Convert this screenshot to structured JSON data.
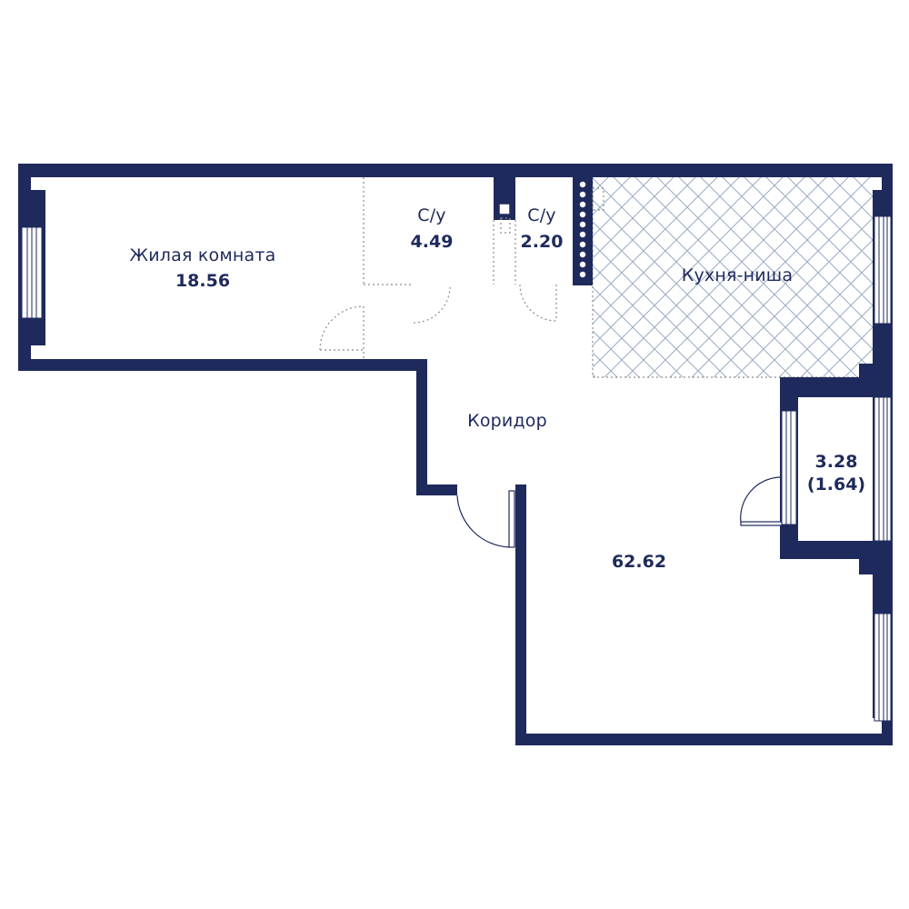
{
  "colors": {
    "wall": "#1f2a5c",
    "text": "#1f2a5c",
    "kitchen_hatch": "#9aaac4",
    "dotted": "#8c8c8c"
  },
  "rooms": {
    "living_room": {
      "name": "Жилая комната",
      "area": "18.56"
    },
    "bathroom_1": {
      "name": "С/у",
      "area": "4.49"
    },
    "bathroom_2": {
      "name": "С/у",
      "area": "2.20"
    },
    "kitchen": {
      "name": "Кухня-ниша"
    },
    "corridor": {
      "name": "Коридор"
    },
    "balcony": {
      "area": "3.28",
      "area_reduced": "(1.64)"
    },
    "total": {
      "area": "62.62"
    }
  }
}
